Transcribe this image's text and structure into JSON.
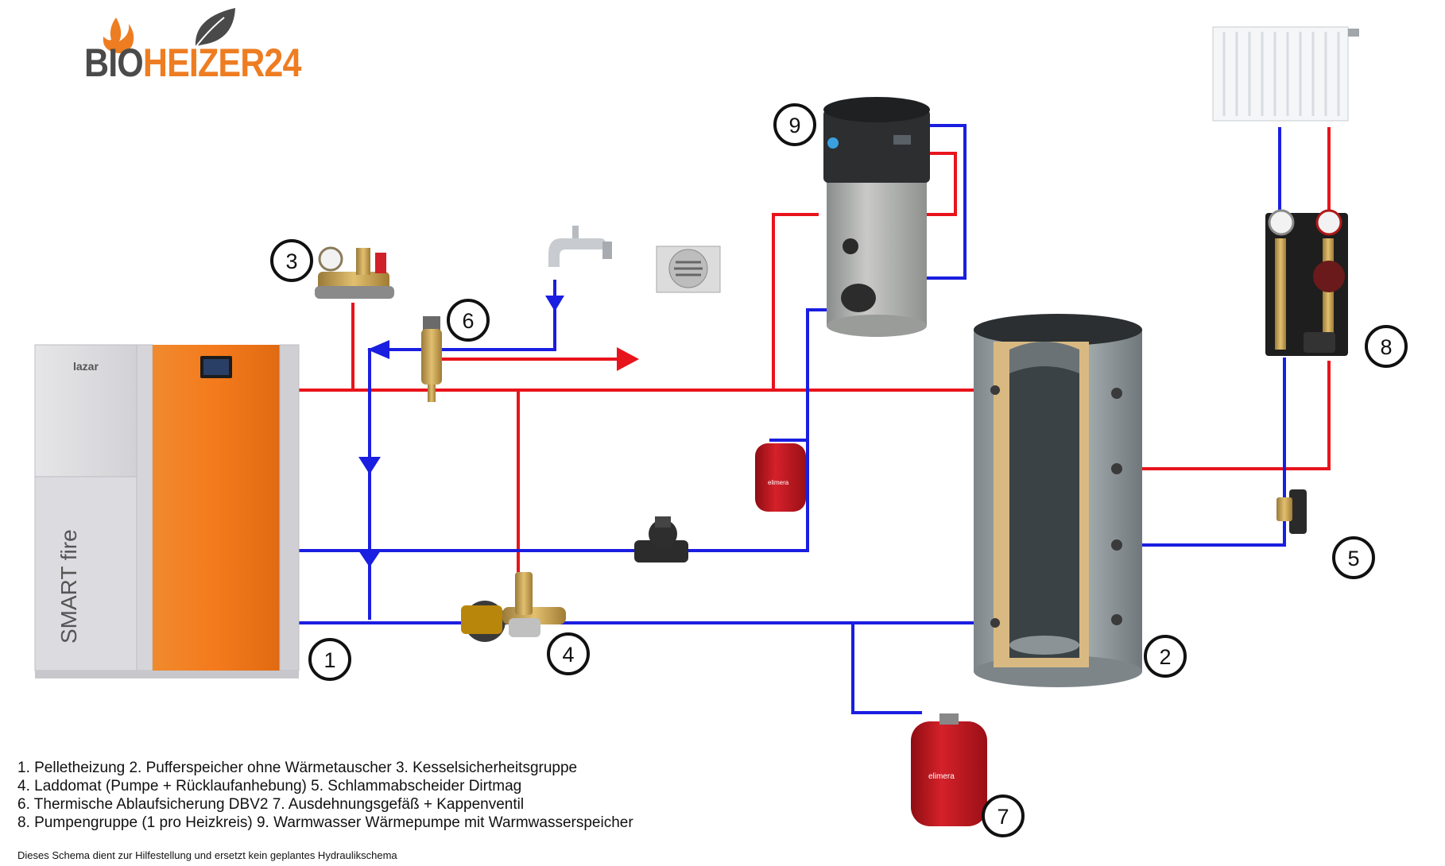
{
  "logo": {
    "part1": "BIO",
    "part2": "HEIZER24",
    "color_dark": "#4a4a4a",
    "color_orange": "#ee7d22"
  },
  "boiler": {
    "brand": "lazar",
    "model": "SMART fire"
  },
  "tanks": {
    "brand": "elimera"
  },
  "labels": [
    "1",
    "2",
    "3",
    "4",
    "5",
    "6",
    "7",
    "8",
    "9"
  ],
  "legend": [
    "1. Pelletheizung   2. Pufferspeicher ohne Wärmetauscher   3. Kesselsicherheitsgruppe",
    "4. Laddomat (Pumpe + Rücklaufanhebung) 5. Schlammabscheider Dirtmag",
    "6. Thermische Ablaufsicherung DBV2  7. Ausdehnungsgefäß + Kappenventil",
    "8. Pumpengruppe (1 pro Heizkreis) 9. Warmwasser Wärmepumpe mit Warmwasserspeicher"
  ],
  "disclaimer": "Dieses Schema dient zur Hilfestellung und ersetzt kein geplantes Hydraulikschema",
  "colors": {
    "hot": "#e8141c",
    "cold": "#1a1ee0",
    "orange": "#f07a1e",
    "tank_red": "#c8141c"
  }
}
